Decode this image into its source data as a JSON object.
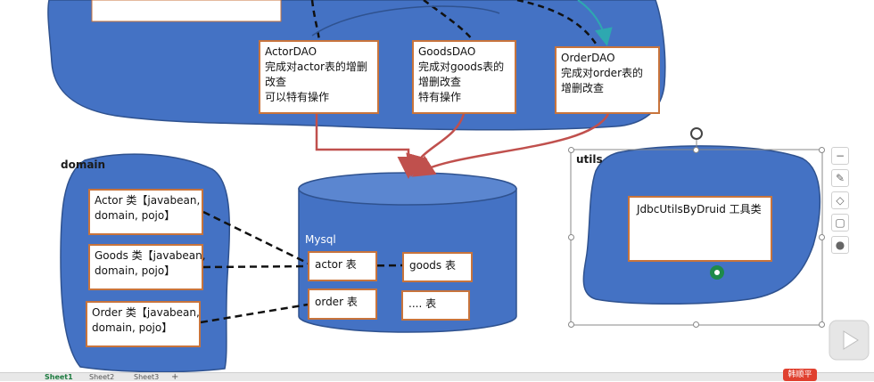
{
  "top_layer": {
    "dao_boxes": [
      {
        "lines": [
          "ActorDAO",
          "完成对actor表的增删",
          "改查",
          "可以特有操作"
        ]
      },
      {
        "lines": [
          "GoodsDAO",
          "完成对goods表的",
          "增删改查",
          "特有操作"
        ]
      },
      {
        "lines": [
          "OrderDAO",
          "完成对order表的",
          "增删改查"
        ]
      }
    ]
  },
  "domain": {
    "title": "domain",
    "items": [
      {
        "lines": [
          "Actor 类【javabean,",
          "domain, pojo】"
        ]
      },
      {
        "lines": [
          "Goods 类【javabean,",
          "domain, pojo】"
        ]
      },
      {
        "lines": [
          "Order 类【javabean,",
          "domain, pojo】"
        ]
      }
    ]
  },
  "mysql": {
    "label": "Mysql",
    "tables": [
      "actor 表",
      "goods 表",
      "order 表",
      ".... 表"
    ]
  },
  "utils": {
    "title": "utils",
    "class_box": "JdbcUtilsByDruid 工具类"
  },
  "colors": {
    "shape_fill": "#4472c4",
    "shape_stroke": "#2f528f",
    "box_border": "#c8743c",
    "arrow": "#c0504d",
    "teal_arrow": "#2ea8b0"
  },
  "statusbar": {
    "sheets": [
      "Sheet1",
      "Sheet2",
      "Sheet3"
    ],
    "add_sheet": "+",
    "user_badge": "韩顺平"
  },
  "toolbar_icons": [
    "minus-icon",
    "pen-icon",
    "eraser-icon",
    "layers-icon",
    "bulb-icon"
  ]
}
